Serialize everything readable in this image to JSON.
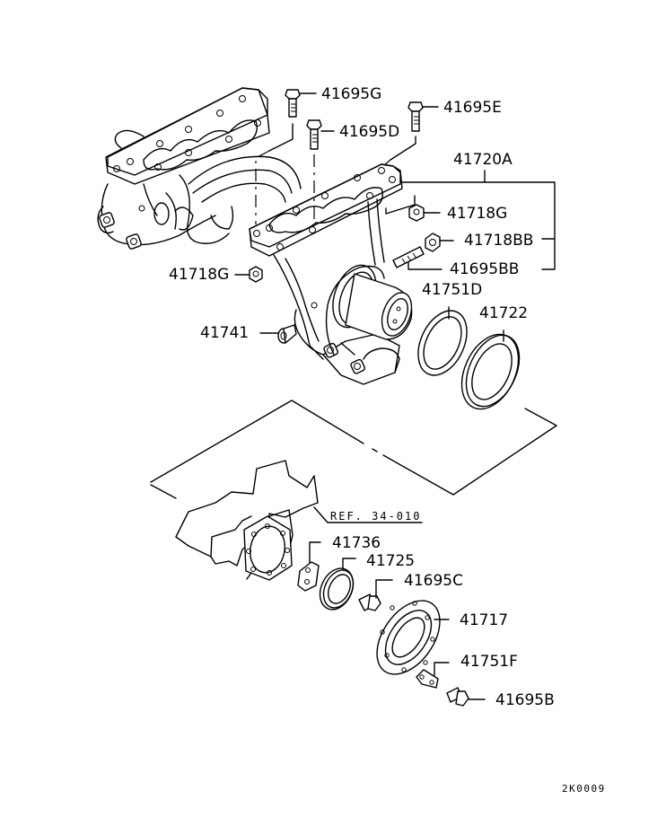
{
  "diagram": {
    "parts": {
      "p41695G": "41695G",
      "p41695E": "41695E",
      "p41695D": "41695D",
      "p41720A": "41720A",
      "p41718G_upper": "41718G",
      "p41718BB": "41718BB",
      "p41695BB": "41695BB",
      "p41718G_lower": "41718G",
      "p41751D": "41751D",
      "p41722": "41722",
      "p41741": "41741",
      "p41736": "41736",
      "p41725": "41725",
      "p41695C": "41695C",
      "p41717": "41717",
      "p41751F": "41751F",
      "p41695B": "41695B"
    },
    "reference": "REF. 34-010",
    "drawing_code": "2K0009"
  }
}
